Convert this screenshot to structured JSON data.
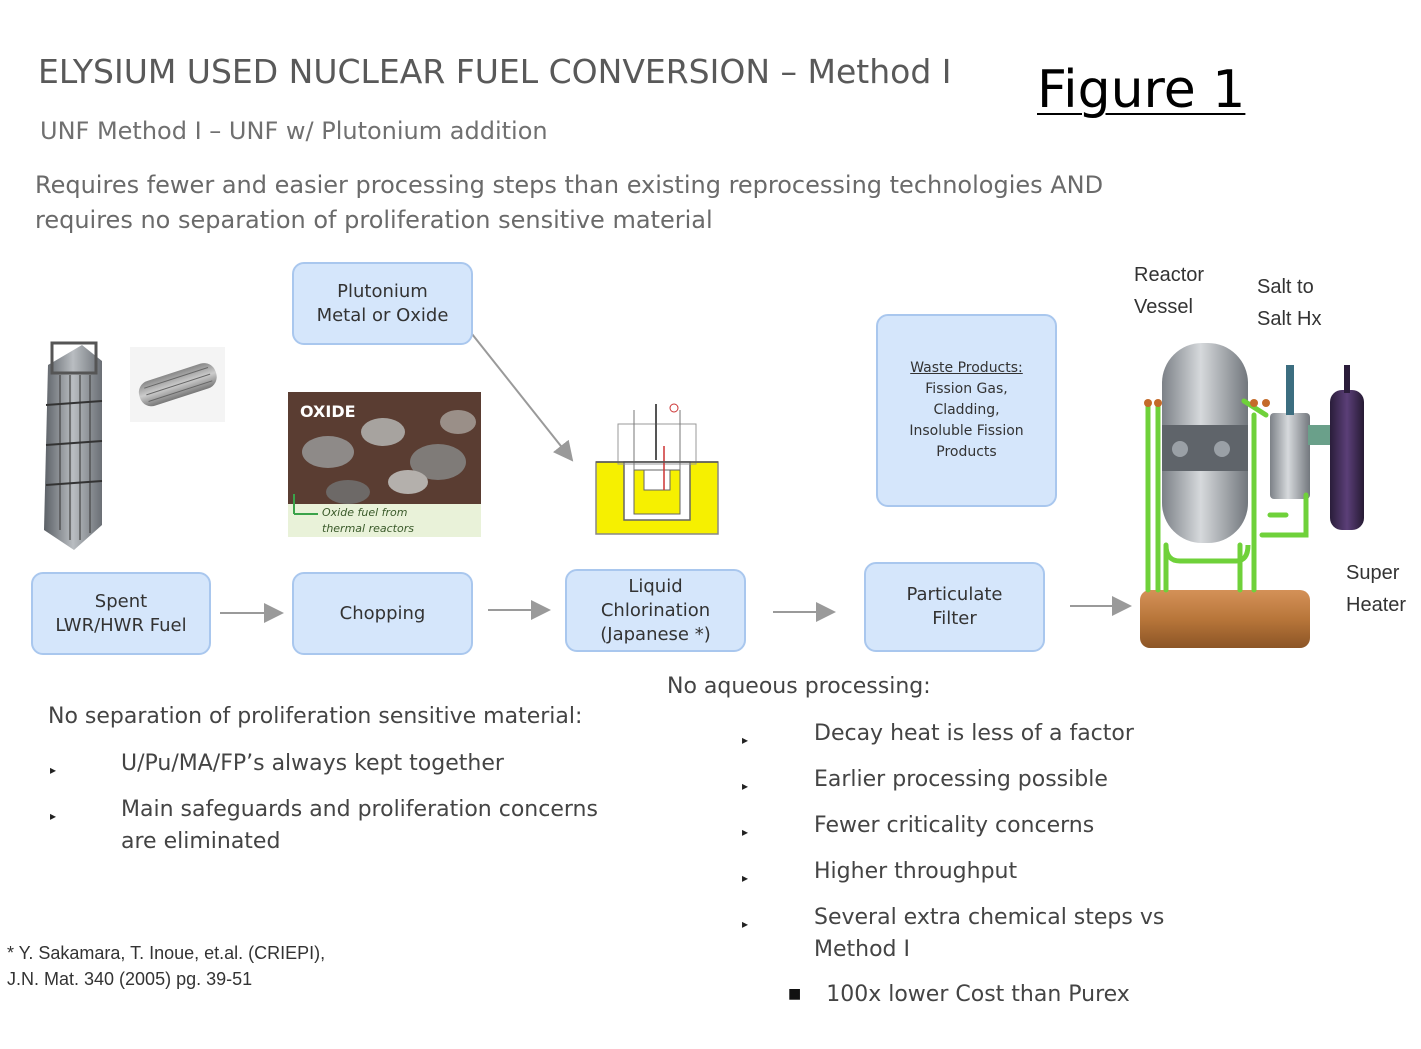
{
  "header": {
    "title": "ELYSIUM USED NUCLEAR FUEL CONVERSION – Method I",
    "figure_label": "Figure 1",
    "subtitle": "UNF Method I – UNF w/ Plutonium addition",
    "description": "Requires fewer and easier processing steps than existing reprocessing technologies AND requires no separation of proliferation sensitive material"
  },
  "flow": {
    "plutonium": "Plutonium\nMetal or Oxide",
    "spent_fuel": "Spent\nLWR/HWR Fuel",
    "chopping": "Chopping",
    "chlorination": "Liquid\nChlorination\n(Japanese *)",
    "filter": "Particulate\nFilter",
    "waste_title": "Waste Products:",
    "waste_body": "Fission Gas,\nCladding,\nInsoluble Fission\nProducts"
  },
  "images": {
    "oxide_label": "OXIDE",
    "oxide_caption": "Oxide fuel from\nthermal reactors"
  },
  "reactor": {
    "vessel_label": "Reactor\nVessel",
    "salt_label": "Salt to\nSalt Hx",
    "heater_label": "Super\nHeater"
  },
  "left_notes": {
    "heading": "No separation of proliferation sensitive material:",
    "items": [
      "U/Pu/MA/FP’s always kept together",
      "Main safeguards and proliferation concerns\nare eliminated"
    ]
  },
  "right_notes": {
    "heading": "No aqueous processing:",
    "items": [
      "Decay heat is less of a factor",
      "Earlier processing possible",
      "Fewer criticality concerns",
      "Higher throughput",
      "Several extra chemical steps vs\nMethod I"
    ],
    "extra": "100x lower Cost than Purex"
  },
  "footnote": "*  Y. Sakamara, T. Inoue, et.al. (CRIEPI),\nJ.N. Mat. 340 (2005) pg. 39-51",
  "colors": {
    "box_fill": "#d5e6fb",
    "box_border": "#a9c7ee",
    "pipe_green": "#6fd13a",
    "heater_brown": "#b8763a",
    "vessel_gray": "#9ea3a8",
    "crucible_yellow": "#f6f000"
  },
  "icons": [
    "fuel-assembly-icon",
    "fuel-rod-icon",
    "oxide-pellets-photo",
    "chlorination-crucible-icon",
    "molten-salt-reactor-icon",
    "arrow-right-icon"
  ]
}
